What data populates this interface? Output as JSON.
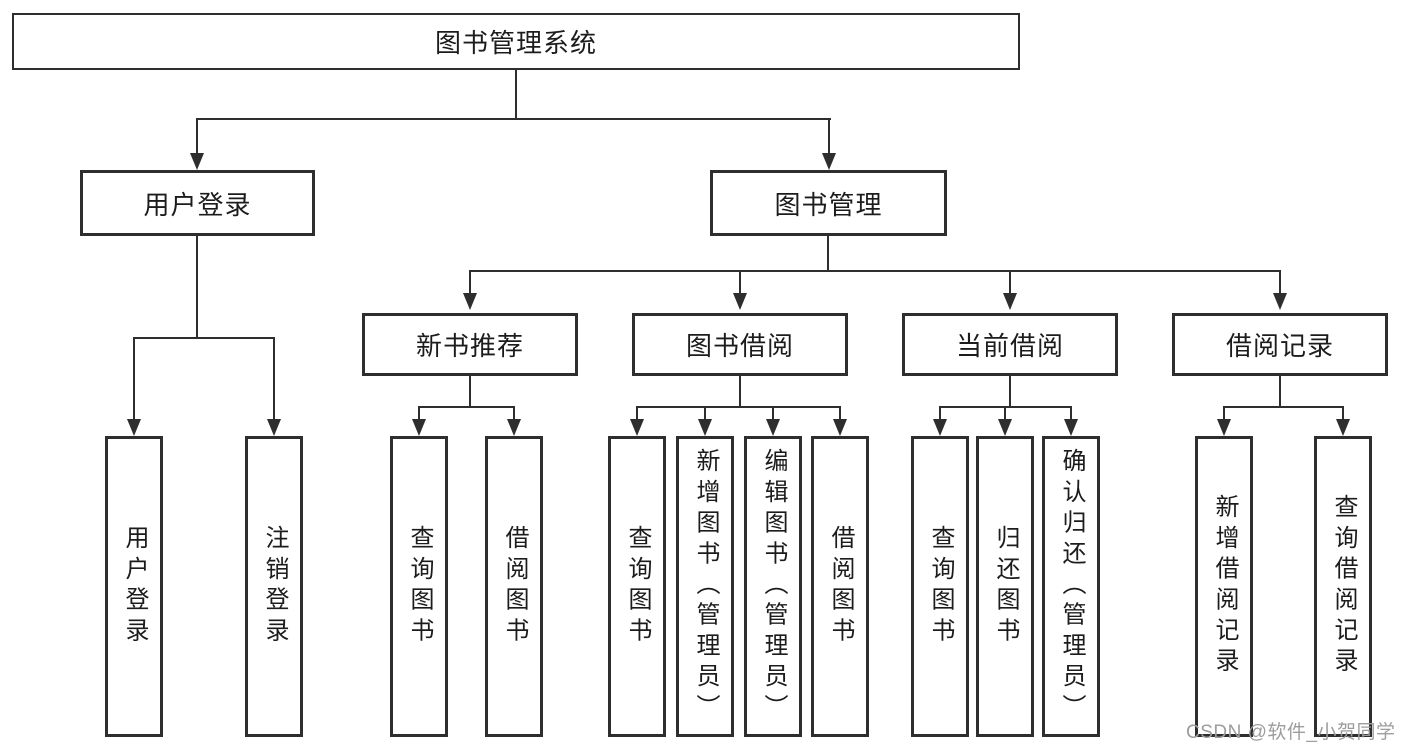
{
  "diagram": {
    "root": {
      "label": "图书管理系统"
    },
    "level2": [
      {
        "label": "用户登录"
      },
      {
        "label": "图书管理"
      }
    ],
    "level3": [
      {
        "label": "新书推荐",
        "parent": "图书管理"
      },
      {
        "label": "图书借阅",
        "parent": "图书管理"
      },
      {
        "label": "当前借阅",
        "parent": "图书管理"
      },
      {
        "label": "借阅记录",
        "parent": "图书管理"
      }
    ],
    "leaves": [
      {
        "label": "用户登录",
        "parent": "用户登录"
      },
      {
        "label": "注销登录",
        "parent": "用户登录"
      },
      {
        "label": "查询图书",
        "parent": "新书推荐"
      },
      {
        "label": "借阅图书",
        "parent": "新书推荐"
      },
      {
        "label": "查询图书",
        "parent": "图书借阅"
      },
      {
        "label": "新增图书（管理员）",
        "parent": "图书借阅"
      },
      {
        "label": "编辑图书（管理员）",
        "parent": "图书借阅"
      },
      {
        "label": "借阅图书",
        "parent": "图书借阅"
      },
      {
        "label": "查询图书",
        "parent": "当前借阅"
      },
      {
        "label": "归还图书",
        "parent": "当前借阅"
      },
      {
        "label": "确认归还（管理员）",
        "parent": "当前借阅"
      },
      {
        "label": "新增借阅记录",
        "parent": "借阅记录"
      },
      {
        "label": "查询借阅记录",
        "parent": "借阅记录"
      }
    ]
  },
  "watermark": {
    "text": "CSDN @软件_小贺同学"
  },
  "colors": {
    "line": "#2e2e2e",
    "text": "#1c1c1c",
    "background": "#ffffff",
    "watermark": "#9d9d9d"
  }
}
